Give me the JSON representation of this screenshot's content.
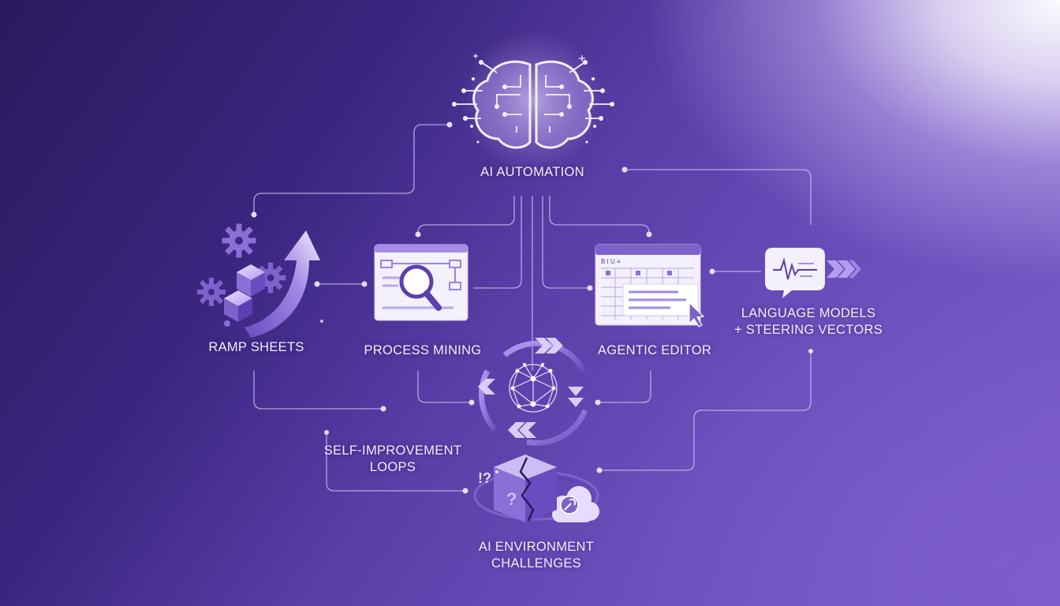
{
  "nodes": {
    "ai_automation": "AI AUTOMATION",
    "ramp_sheets": "RAMP SHEETS",
    "process_mining": "PROCESS MINING",
    "agentic_editor": "AGENTIC EDITOR",
    "language_models": [
      "LANGUAGE MODELS",
      "+ STEERING VECTORS"
    ],
    "self_improvement": [
      "SELF-IMPROVEMENT",
      "LOOPS"
    ],
    "ai_environment": [
      "AI ENVIRONMENT",
      "CHALLENGES"
    ]
  },
  "editor_toolbar": "B I U ≡",
  "question_marks": [
    "!?",
    "?"
  ],
  "colors": {
    "line": "#c9b8f0",
    "panel": "#f4f0fc",
    "accent": "#8a6fd6",
    "deep": "#5b3fae",
    "glow": "#ffffff"
  }
}
